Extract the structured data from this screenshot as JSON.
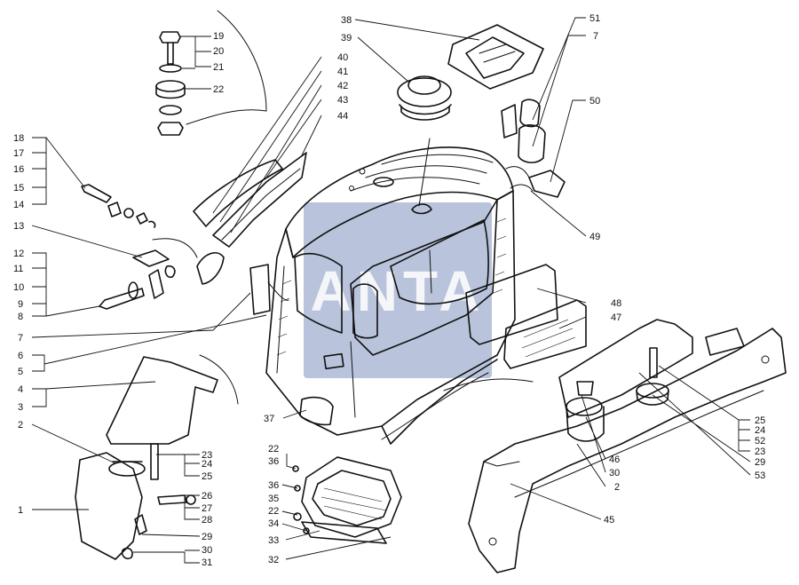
{
  "watermark": {
    "text": "ANTA",
    "color": "#7f93bf"
  },
  "callouts": [
    {
      "id": "c19",
      "label": "19"
    },
    {
      "id": "c20",
      "label": "20"
    },
    {
      "id": "c21",
      "label": "21"
    },
    {
      "id": "c22a",
      "label": "22"
    },
    {
      "id": "c18",
      "label": "18"
    },
    {
      "id": "c17",
      "label": "17"
    },
    {
      "id": "c16",
      "label": "16"
    },
    {
      "id": "c15",
      "label": "15"
    },
    {
      "id": "c14",
      "label": "14"
    },
    {
      "id": "c13",
      "label": "13"
    },
    {
      "id": "c12",
      "label": "12"
    },
    {
      "id": "c11",
      "label": "11"
    },
    {
      "id": "c10",
      "label": "10"
    },
    {
      "id": "c9",
      "label": "9"
    },
    {
      "id": "c8",
      "label": "8"
    },
    {
      "id": "c7a",
      "label": "7"
    },
    {
      "id": "c6",
      "label": "6"
    },
    {
      "id": "c5",
      "label": "5"
    },
    {
      "id": "c4",
      "label": "4"
    },
    {
      "id": "c3",
      "label": "3"
    },
    {
      "id": "c2a",
      "label": "2"
    },
    {
      "id": "c1",
      "label": "1"
    },
    {
      "id": "c23a",
      "label": "23"
    },
    {
      "id": "c24a",
      "label": "24"
    },
    {
      "id": "c25a",
      "label": "25"
    },
    {
      "id": "c26",
      "label": "26"
    },
    {
      "id": "c27",
      "label": "27"
    },
    {
      "id": "c28",
      "label": "28"
    },
    {
      "id": "c29a",
      "label": "29"
    },
    {
      "id": "c30a",
      "label": "30"
    },
    {
      "id": "c31",
      "label": "31"
    },
    {
      "id": "c40",
      "label": "40"
    },
    {
      "id": "c41",
      "label": "41"
    },
    {
      "id": "c42",
      "label": "42"
    },
    {
      "id": "c43",
      "label": "43"
    },
    {
      "id": "c44",
      "label": "44"
    },
    {
      "id": "c38",
      "label": "38"
    },
    {
      "id": "c39",
      "label": "39"
    },
    {
      "id": "c51",
      "label": "51"
    },
    {
      "id": "c7b",
      "label": "7"
    },
    {
      "id": "c50",
      "label": "50"
    },
    {
      "id": "c49",
      "label": "49"
    },
    {
      "id": "c48",
      "label": "48"
    },
    {
      "id": "c47",
      "label": "47"
    },
    {
      "id": "c37",
      "label": "37"
    },
    {
      "id": "c22b",
      "label": "22"
    },
    {
      "id": "c36a",
      "label": "36"
    },
    {
      "id": "c36b",
      "label": "36"
    },
    {
      "id": "c35",
      "label": "35"
    },
    {
      "id": "c22c",
      "label": "22"
    },
    {
      "id": "c34",
      "label": "34"
    },
    {
      "id": "c33",
      "label": "33"
    },
    {
      "id": "c32",
      "label": "32"
    },
    {
      "id": "c25b",
      "label": "25"
    },
    {
      "id": "c24b",
      "label": "24"
    },
    {
      "id": "c52",
      "label": "52"
    },
    {
      "id": "c23b",
      "label": "23"
    },
    {
      "id": "c29b",
      "label": "29"
    },
    {
      "id": "c53",
      "label": "53"
    },
    {
      "id": "c46",
      "label": "46"
    },
    {
      "id": "c30b",
      "label": "30"
    },
    {
      "id": "c2b",
      "label": "2"
    },
    {
      "id": "c45",
      "label": "45"
    }
  ]
}
